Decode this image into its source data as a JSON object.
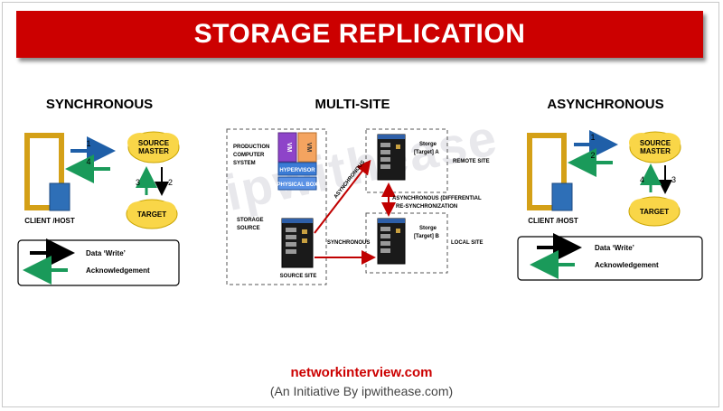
{
  "title": "STORAGE REPLICATION",
  "watermark": "ipwithease",
  "colors": {
    "banner": "#cc0000",
    "write_arrow": "#1f5fa8",
    "ack_arrow": "#1a9a5a",
    "cloud": "#f9d648",
    "host_frame": "#d4a017"
  },
  "sync": {
    "heading": "SYNCHRONOUS",
    "host_label": "CLIENT /HOST",
    "source_label_1": "SOURCE",
    "source_label_2": "MASTER",
    "target_label": "TARGET",
    "step1": "1",
    "step2": "2",
    "step3": "3",
    "step4": "4",
    "legend_write": "Data ‘Write’",
    "legend_ack": "Acknowledgement"
  },
  "multisite": {
    "heading": "MULTI-SITE",
    "vm1": "VM",
    "vm2": "VM",
    "hypervisor": "HYPERVISOR",
    "physical_box": "PHYSICAL BOX",
    "production_1": "PRODUCTION",
    "production_2": "COMPUTER",
    "production_3": "SYSTEM",
    "storage_source_1": "STORAGE",
    "storage_source_2": "SOURCE",
    "source_site": "SOURCE SITE",
    "target_a_1": "Storge",
    "target_a_2": "[Target] A",
    "target_b_1": "Storge",
    "target_b_2": "[Target] B",
    "remote_site": "REMOTE SITE",
    "local_site": "LOCAL SITE",
    "asynchronous": "ASYNCHRONOUS",
    "synchronous": "SYNCHRONOUS",
    "resync_1": "ASYNCHRONOUS (DIFFERENTIAL",
    "resync_2": "RE-SYNCHRONIZATION"
  },
  "async": {
    "heading": "ASYNCHRONOUS",
    "host_label": "CLIENT /HOST",
    "source_label_1": "SOURCE",
    "source_label_2": "MASTER",
    "target_label": "TARGET",
    "step1": "1",
    "step2": "2",
    "step3": "3",
    "step4": "4",
    "legend_write": "Data ‘Write’",
    "legend_ack": "Acknowledgement"
  },
  "footer": {
    "site": "networkinterview.com",
    "tagline": "(An Initiative By ipwithease.com)"
  }
}
